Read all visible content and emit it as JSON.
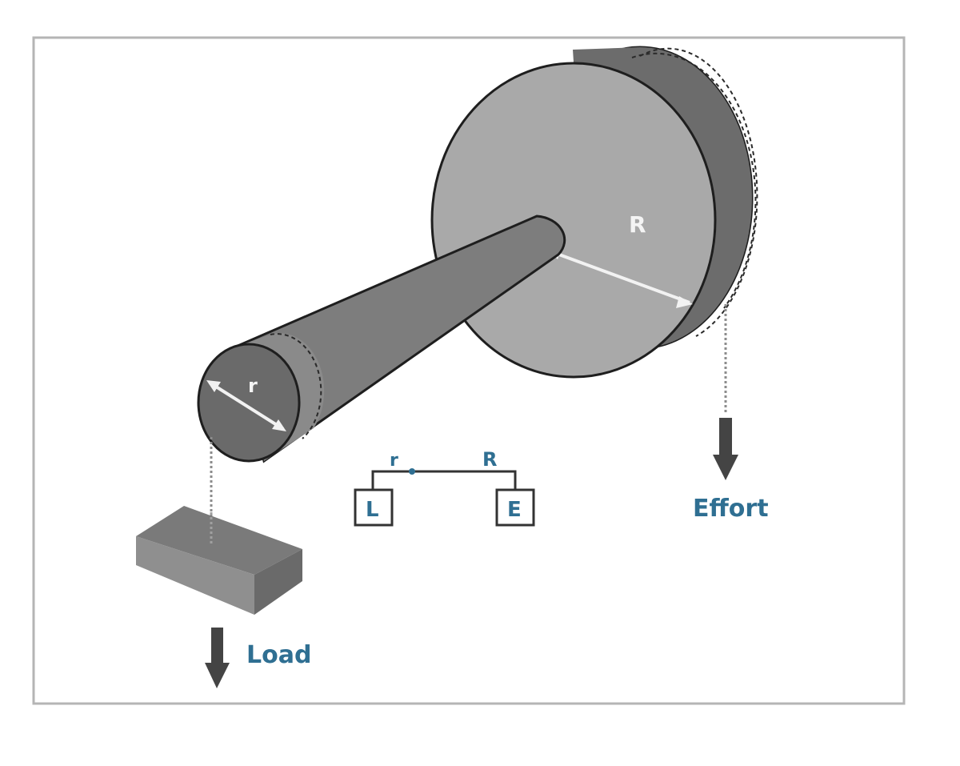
{
  "labels": {
    "wheel_radius": "R",
    "axle_radius": "r",
    "load": "Load",
    "effort": "Effort"
  },
  "lever_diagram": {
    "short_arm_label": "r",
    "long_arm_label": "R",
    "load_box": "L",
    "effort_box": "E"
  },
  "colors": {
    "label_blue": "#2f6f92",
    "wheel_face": "#a9a9a9",
    "wheel_rim": "#6c6c6c",
    "axle": "#7d7d7d",
    "axle_end": "#6a6a6a",
    "block_top": "#7a7a7a",
    "arrow": "#444444"
  }
}
